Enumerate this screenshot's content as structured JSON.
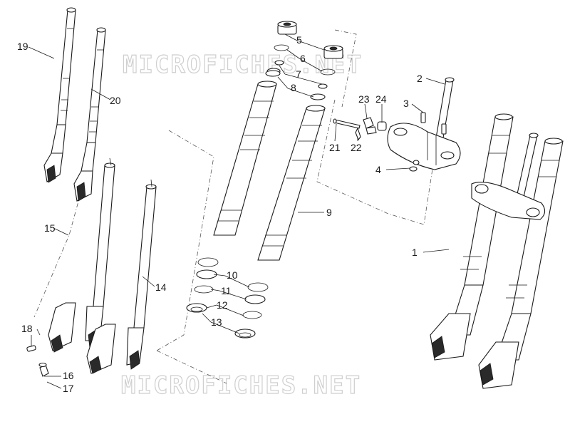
{
  "watermark": {
    "top": "MICROFICHES.NET",
    "bottom": "MICROFICHES.NET"
  },
  "callouts": {
    "n1": "1",
    "n2": "2",
    "n3": "3",
    "n4": "4",
    "n5": "5",
    "n6": "6",
    "n7": "7",
    "n8": "8",
    "n9": "9",
    "n10": "10",
    "n11": "11",
    "n12": "12",
    "n13": "13",
    "n14": "14",
    "n15": "15",
    "n16": "16",
    "n17": "17",
    "n18": "18",
    "n19": "19",
    "n20": "20",
    "n21": "21",
    "n22": "22",
    "n23": "23",
    "n24": "24"
  }
}
